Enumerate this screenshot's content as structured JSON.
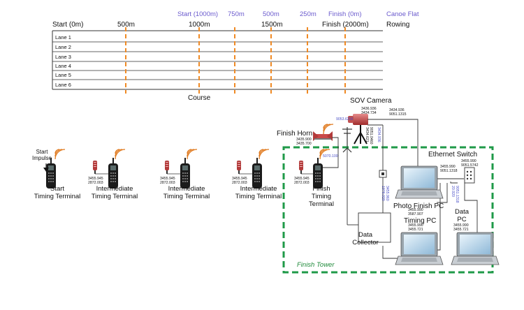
{
  "course": {
    "rowing_markers": [
      "Start (0m)",
      "500m",
      "1000m",
      "1500m",
      "Finish (2000m)"
    ],
    "canoe_markers": [
      "Start (1000m)",
      "750m",
      "500m",
      "250m",
      "Finish (0m)"
    ],
    "canoe_label": "Canoe Flat",
    "rowing_label": "Rowing",
    "lanes": [
      "Lane 1",
      "Lane 2",
      "Lane 3",
      "Lane 4",
      "Lane 5",
      "Lane 6"
    ],
    "caption": "Course"
  },
  "devices": {
    "sov_camera": "SOV Camera",
    "finish_horn": "Finish Horn",
    "ethernet_switch": "Ethernet Switch",
    "photo_finish_pc": "Photo Finish PC",
    "timing_pc": "Timing PC",
    "data_pc_line1": "Data",
    "data_pc_line2": "PC",
    "data_collector_line1": "Data",
    "data_collector_line2": "Collector",
    "finish_tower": "Finish Tower"
  },
  "terminals": {
    "start_impulse_line1": "Start",
    "start_impulse_line2": "Impulse",
    "start_line1": "Start",
    "start_line2": "Timing Terminal",
    "intermediate1_line1": "Intermediate",
    "intermediate1_line2": "Timing Terminal",
    "intermediate2_line1": "Intermediate",
    "intermediate2_line2": "Timing Terminal",
    "intermediate3_line1": "Intermediate",
    "intermediate3_line2": "Timing Terminal",
    "finish_line1": "Finish",
    "finish_line2": "Timing",
    "finish_line3": "Terminal"
  },
  "codes": {
    "t1_a": "3455.945",
    "t1_b": "2872.003",
    "t2_a": "3455.945",
    "t2_b": "2872.003",
    "t3_a": "3455.945",
    "t3_b": "2872.003",
    "fin_a": "3455.945",
    "fin_b": "2872.003",
    "fin_wire": "5070.100",
    "horn_a": "3435.900",
    "horn_b": "3435.700",
    "cam_top_a": "3436.936",
    "cam_top_b": "3434.734",
    "cam_right_a": "3434.936",
    "cam_right_b": "9051.1315",
    "cam_left": "9053.6256",
    "cam_vert1_a": "9051.0460",
    "cam_vert1_b": "3434.621",
    "cam_vert2": "3434.936",
    "pf_to_sw_a": "3455.990",
    "pf_to_sw_b": "9051.1318",
    "sw_a": "3455.990",
    "sw_b": "9051.5742",
    "pf_a": "3455.990",
    "pf_b": "3587.907",
    "tpc_a": "3455.990",
    "tpc_b": "3455.721",
    "dpc_a": "3455.990",
    "dpc_b": "3455.721",
    "v_dc_a": "3455.960",
    "v_dc_b": "1976.020",
    "v_sw_a": "9051.1318",
    "v_sw_b": "20.920"
  },
  "colors": {
    "marker_orange": "#f08a24",
    "canoe_blue": "#6a5acd",
    "tower_green": "#1f9a48",
    "code_blue": "#4a4fc7"
  }
}
